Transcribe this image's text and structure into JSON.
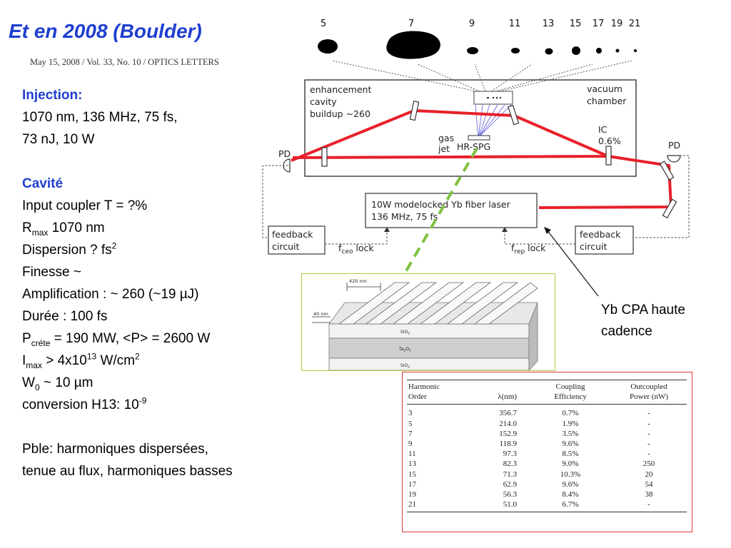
{
  "title": "Et en  2008 (Boulder)",
  "citation": "May 15, 2008 / Vol. 33, No. 10 / OPTICS LETTERS",
  "injection": {
    "heading": "Injection:",
    "line1": "1070 nm, 136 MHz, 75 fs,",
    "line2": "73 nJ, 10 W"
  },
  "cavite": {
    "heading": "Cavité",
    "input_coupler": "Input coupler T = ?%",
    "rmax_R": "R",
    "rmax_sub": "max",
    "rmax_value": " 1070 nm",
    "dispersion_text": "Dispersion ? fs",
    "dispersion_sup": "2",
    "finesse": "Finesse ~",
    "amplification": "Amplification : ~ 260 (~19 µJ)",
    "duree": "Durée : 100 fs",
    "pcrete_P": "P",
    "pcrete_sub": "créte",
    "pcrete_value": " = 190 MW, <P> = 2600 W",
    "imax_I": "I",
    "imax_sub": "max",
    "imax_value": " > 4x10",
    "imax_sup": "13",
    "imax_unit": " W/cm",
    "imax_unit_sup": "2",
    "w0_W": "W",
    "w0_sub": "0",
    "w0_value": " ~ 10 µm",
    "conversion_text": "conversion H13: 10",
    "conversion_sup": "-9"
  },
  "problem": {
    "line1": "Pble: harmoniques dispersées,",
    "line2": "tenue au flux, harmoniques basses"
  },
  "yb_note": {
    "line1": "Yb CPA haute",
    "line2": "cadence"
  },
  "diagram": {
    "harmonic_numbers": [
      "5",
      "7",
      "9",
      "11",
      "13",
      "15",
      "17",
      "19",
      "21"
    ],
    "enhancement_label": [
      "enhancement",
      "cavity",
      "buildup ~260"
    ],
    "vacuum_label": [
      "vacuum",
      "chamber"
    ],
    "gas_label": [
      "gas",
      "jet"
    ],
    "hrspg_label": "HR-SPG",
    "ic_label": [
      "IC",
      "0.6%"
    ],
    "pd_left": "PD",
    "pd_right": "PD",
    "laser_label": [
      "10W modelocked Yb fiber laser",
      "136 MHz, 75 fs"
    ],
    "feedback_left": [
      "feedback",
      "circuit"
    ],
    "feedback_right": [
      "feedback",
      "circuit"
    ],
    "fceo_f": "f",
    "fceo_sub": "ceo",
    "fceo_lock": " lock",
    "frep_f": "f",
    "frep_sub": "rep",
    "frep_lock": " lock",
    "beam_color": "#e8202a",
    "dash_color": "#7fc241"
  },
  "inset": {
    "period_label": "420 nm",
    "depth_label": "40 nm",
    "layer_top": "SiO",
    "layer_top_sub": "2",
    "layer_mid": "Ta",
    "layer_mid_sub1": "2",
    "layer_mid_o": "O",
    "layer_mid_sub2": "5",
    "layer_bot": "SiO",
    "layer_bot_sub": "2"
  },
  "table": {
    "headers_row1": [
      "Harmonic",
      "",
      "Coupling",
      "Outcoupled"
    ],
    "headers_row2": [
      "Order",
      "λ(nm)",
      "Efficiency",
      "Power (nW)"
    ],
    "rows": [
      [
        "3",
        "356.7",
        "0.7%",
        "-"
      ],
      [
        "5",
        "214.0",
        "1.9%",
        "-"
      ],
      [
        "7",
        "152.9",
        "3.5%",
        "-"
      ],
      [
        "9",
        "118.9",
        "9.6%",
        "-"
      ],
      [
        "11",
        "97.3",
        "8.5%",
        "-"
      ],
      [
        "13",
        "82.3",
        "9.0%",
        "250"
      ],
      [
        "15",
        "71.3",
        "10.3%",
        "20"
      ],
      [
        "17",
        "62.9",
        "9.6%",
        "54"
      ],
      [
        "19",
        "56.3",
        "8.4%",
        "38"
      ],
      [
        "21",
        "51.0",
        "6.7%",
        "-"
      ]
    ]
  }
}
